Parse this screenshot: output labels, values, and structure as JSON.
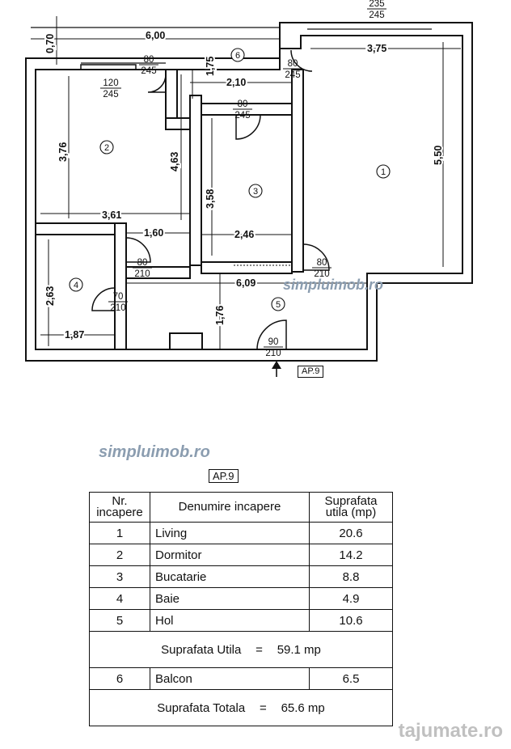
{
  "plan": {
    "dimensions": {
      "d_600": "6,00",
      "d_375": "3,75",
      "d_070": "0,70",
      "d_175": "1,75",
      "d_210": "2,10",
      "d_376": "3,76",
      "d_463": "4,63",
      "d_358": "3,58",
      "d_550": "5,50",
      "d_361": "3,61",
      "d_160": "1,60",
      "d_246": "2,46",
      "d_263": "2,63",
      "d_609": "6,09",
      "d_176": "1,76",
      "d_187": "1,87"
    },
    "doors": {
      "door_235_245": {
        "w": "235",
        "h": "245"
      },
      "door_80_245_a": {
        "w": "80",
        "h": "245"
      },
      "door_80_245_b": {
        "w": "80",
        "h": "245"
      },
      "door_80_245_c": {
        "w": "80",
        "h": "245"
      },
      "window_120_245": {
        "w": "120",
        "h": "245"
      },
      "door_80_210_a": {
        "w": "80",
        "h": "210"
      },
      "door_80_210_b": {
        "w": "80",
        "h": "210"
      },
      "door_70_210": {
        "w": "70",
        "h": "210"
      },
      "door_90_210": {
        "w": "90",
        "h": "210"
      }
    },
    "rooms": {
      "r1": "1",
      "r2": "2",
      "r3": "3",
      "r4": "4",
      "r5": "5",
      "r6": "6"
    },
    "apartment_tag": "AP.9"
  },
  "watermark": "simpluimob.ro",
  "watermark_bottom": "tajumate.ro",
  "table_caption": "AP.9",
  "table": {
    "headers": [
      "Nr. incapere",
      "Denumire incapere",
      "Suprafata utila (mp)"
    ],
    "rows": [
      {
        "nr": "1",
        "name": "Living",
        "area": "20.6"
      },
      {
        "nr": "2",
        "name": "Dormitor",
        "area": "14.2"
      },
      {
        "nr": "3",
        "name": "Bucatarie",
        "area": "8.8"
      },
      {
        "nr": "4",
        "name": "Baie",
        "area": "4.9"
      },
      {
        "nr": "5",
        "name": "Hol",
        "area": "10.6"
      }
    ],
    "subtotal": {
      "label": "Suprafata Utila",
      "eq": "=",
      "value": "59.1 mp"
    },
    "balcony": {
      "nr": "6",
      "name": "Balcon",
      "area": "6.5"
    },
    "total": {
      "label": "Suprafata Totala",
      "eq": "=",
      "value": "65.6 mp"
    }
  }
}
